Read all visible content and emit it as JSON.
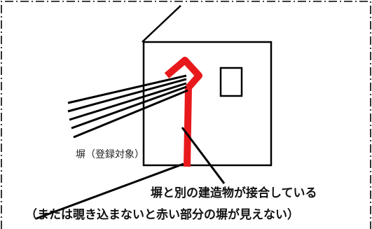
{
  "diagram": {
    "wall_label": "塀（登録対象）",
    "note_line_1": "塀と別の建造物が接合している",
    "note_line_2": "（または覗き込まないと赤い部分の塀が見えない）",
    "colors": {
      "outline": "#000000",
      "wall_highlight": "#e8191c",
      "frame": "#000000",
      "background": "#ffffff"
    }
  }
}
